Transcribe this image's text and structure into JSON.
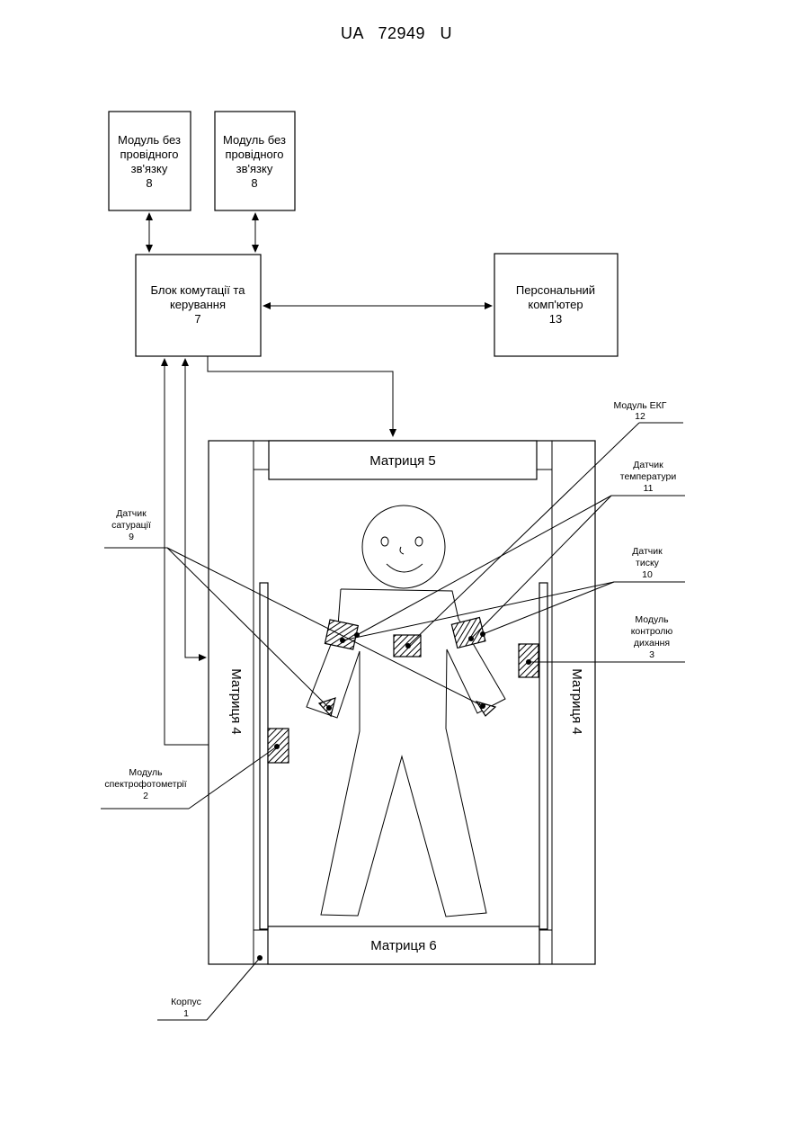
{
  "header": "UA   72949   U",
  "blocks": {
    "wireless_1": [
      "Модуль без",
      "провідного",
      "зв'язку",
      "8"
    ],
    "wireless_2": [
      "Модуль без",
      "провідного",
      "зв'язку",
      "8"
    ],
    "switch_control": [
      "Блок комутації та",
      "керування",
      "7"
    ],
    "pc": [
      "Персональний",
      "комп'ютер",
      "13"
    ]
  },
  "matrices": {
    "top": "Матриця 5",
    "bottom": "Матриця 6",
    "left": "Матриця 4",
    "right": "Матриця 4"
  },
  "labels": {
    "ecg": [
      "Модуль ЕКГ",
      "12"
    ],
    "temperature": [
      "Датчик",
      "температури",
      "11"
    ],
    "saturation": [
      "Датчик",
      "сатурації",
      "9"
    ],
    "pressure": [
      "Датчик",
      "тиску",
      "10"
    ],
    "breathing": [
      "Модуль",
      "контролю",
      "дихання",
      "3"
    ],
    "spectro": [
      "Модуль",
      "спектрофотометрії",
      "2"
    ],
    "body": [
      "Корпус",
      "1"
    ]
  }
}
